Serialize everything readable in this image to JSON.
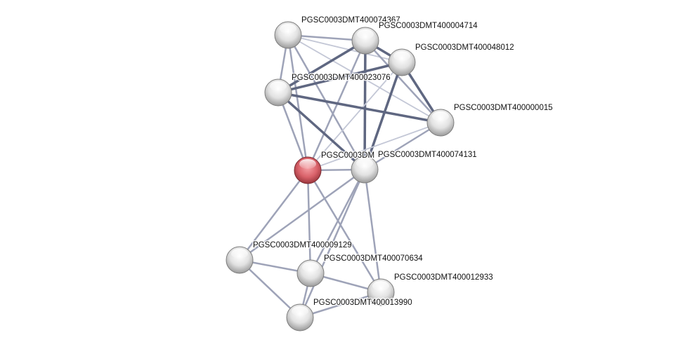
{
  "network": {
    "nodes": [
      {
        "id": "A",
        "label": "PGSC0003DMT400074367",
        "query": false
      },
      {
        "id": "B",
        "label": "PGSC0003DMT400004714",
        "query": false
      },
      {
        "id": "C",
        "label": "PGSC0003DMT400048012",
        "query": false
      },
      {
        "id": "D",
        "label": "PGSC0003DMT400023076",
        "query": false
      },
      {
        "id": "E",
        "label": "PGSC0003DMT400000015",
        "query": false
      },
      {
        "id": "F",
        "label": "PGSC0003DM",
        "query": true
      },
      {
        "id": "G",
        "label": "PGSC0003DMT400074131",
        "query": false
      },
      {
        "id": "H",
        "label": "PGSC0003DMT400009129",
        "query": false
      },
      {
        "id": "I",
        "label": "PGSC0003DMT400070634",
        "query": false
      },
      {
        "id": "J",
        "label": "PGSC0003DMT400012933",
        "query": false
      },
      {
        "id": "K",
        "label": "PGSC0003DMT400013990",
        "query": false
      }
    ],
    "edges": [
      [
        "A",
        "B",
        "medium"
      ],
      [
        "A",
        "C",
        "weak"
      ],
      [
        "A",
        "D",
        "medium"
      ],
      [
        "A",
        "E",
        "weak"
      ],
      [
        "A",
        "F",
        "medium"
      ],
      [
        "A",
        "G",
        "medium"
      ],
      [
        "B",
        "C",
        "strong"
      ],
      [
        "B",
        "D",
        "strong"
      ],
      [
        "B",
        "E",
        "medium"
      ],
      [
        "B",
        "G",
        "strong"
      ],
      [
        "B",
        "F",
        "medium"
      ],
      [
        "C",
        "D",
        "strong"
      ],
      [
        "C",
        "E",
        "strong"
      ],
      [
        "C",
        "G",
        "strong"
      ],
      [
        "C",
        "F",
        "weak"
      ],
      [
        "D",
        "E",
        "strong"
      ],
      [
        "D",
        "F",
        "medium"
      ],
      [
        "D",
        "G",
        "strong"
      ],
      [
        "E",
        "G",
        "medium"
      ],
      [
        "E",
        "F",
        "weak"
      ],
      [
        "F",
        "G",
        "medium"
      ],
      [
        "F",
        "H",
        "medium"
      ],
      [
        "F",
        "I",
        "medium"
      ],
      [
        "F",
        "J",
        "medium"
      ],
      [
        "G",
        "H",
        "medium"
      ],
      [
        "G",
        "I",
        "medium"
      ],
      [
        "G",
        "K",
        "medium"
      ],
      [
        "G",
        "J",
        "medium"
      ],
      [
        "H",
        "I",
        "medium"
      ],
      [
        "H",
        "K",
        "medium"
      ],
      [
        "I",
        "J",
        "medium"
      ],
      [
        "I",
        "K",
        "medium"
      ],
      [
        "K",
        "J",
        "medium"
      ]
    ],
    "colors": {
      "strong": "#5f6781",
      "medium": "#9ea3b8",
      "weak": "#c3c7d6",
      "node": "#e6e6e6",
      "query_node": "#d9626a"
    }
  }
}
